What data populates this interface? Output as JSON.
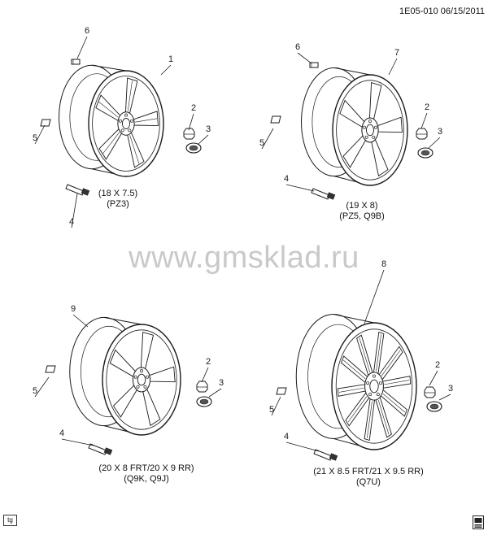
{
  "header": {
    "doc_ref": "1E05-010 06/15/2011"
  },
  "watermark": "www.gmsklad.ru",
  "footer": {
    "tag_label": "tg"
  },
  "wheels": [
    {
      "id": "a",
      "caption_size": "(18 X 7.5)",
      "caption_code": "(PZ3)",
      "callouts": {
        "wheel": "1",
        "nut": "2",
        "cap": "3",
        "valve": "4",
        "weight": "5",
        "clip": "6"
      },
      "spokes": 5,
      "style": "split"
    },
    {
      "id": "b",
      "caption_size": "(19 X 8)",
      "caption_code": "(PZ5, Q9B)",
      "callouts": {
        "wheel": "7",
        "nut": "2",
        "cap": "3",
        "valve": "4",
        "weight": "5",
        "clip": "6"
      },
      "spokes": 5,
      "style": "solid"
    },
    {
      "id": "c",
      "caption_size": "(20 X 8 FRT/20 X 9 RR)",
      "caption_code": "(Q9K, Q9J)",
      "callouts": {
        "wheel": "9",
        "nut": "2",
        "cap": "3",
        "valve": "4",
        "weight": "5"
      },
      "spokes": 5,
      "style": "solid"
    },
    {
      "id": "d",
      "caption_size": "(21 X 8.5 FRT/21 X 9.5 RR)",
      "caption_code": "(Q7U)",
      "callouts": {
        "wheel": "8",
        "nut": "2",
        "cap": "3",
        "valve": "4",
        "weight": "5"
      },
      "spokes": 10,
      "style": "split"
    }
  ]
}
